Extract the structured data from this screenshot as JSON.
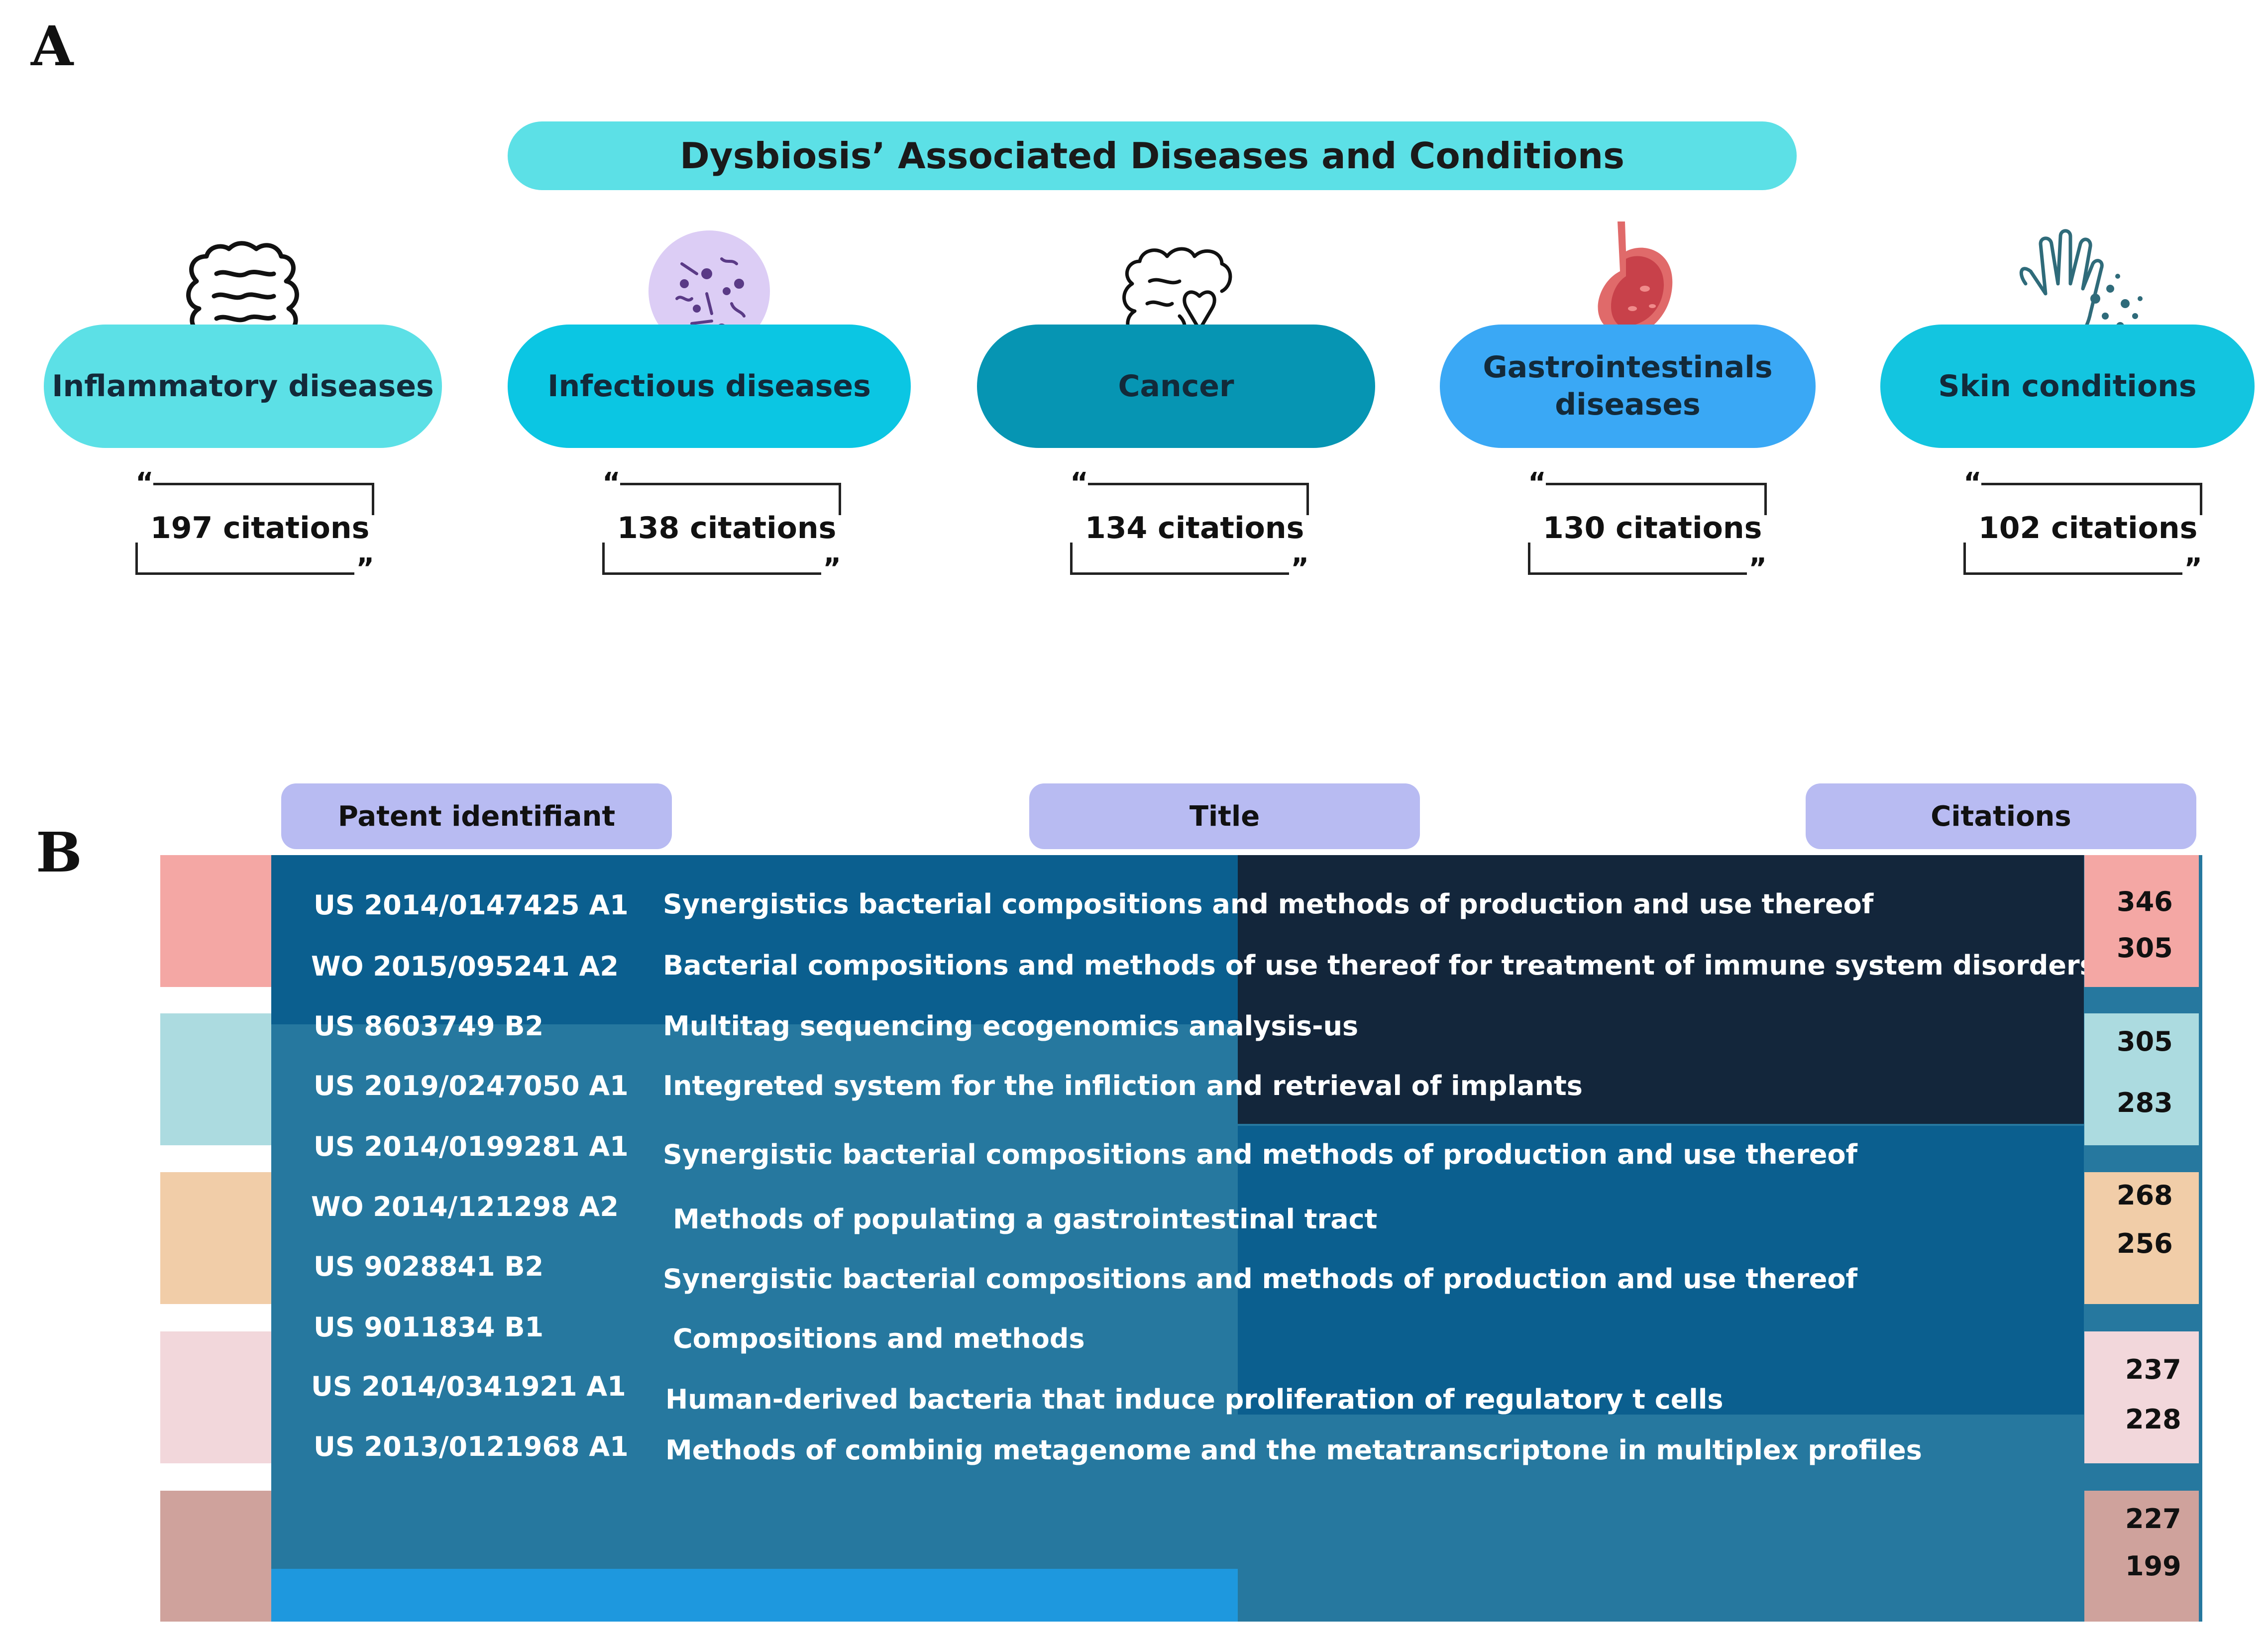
{
  "panel_a": {
    "letter": "A",
    "header": "Dysbiosis’ Associated Diseases and Conditions",
    "diseases": [
      {
        "label": "Inflammatory diseases",
        "citations": "197 citations",
        "color": "#5ce0e6",
        "icon": "intestine-icon"
      },
      {
        "label": "Infectious diseases",
        "citations": "138 citations",
        "color": "#0bc6e3",
        "icon": "bacteria-icon"
      },
      {
        "label": "Cancer",
        "citations": "134 citations",
        "color": "#0695b3",
        "icon": "cancer-ribbon-icon"
      },
      {
        "label": "Gastrointestinals diseases",
        "citations": "130 citations",
        "color": "#3aa8f5",
        "icon": "stomach-icon"
      },
      {
        "label": "Skin conditions",
        "citations": "102 citations",
        "color": "#13c5e0",
        "icon": "hand-microbes-icon"
      }
    ],
    "quote_open": "“",
    "quote_close": "”"
  },
  "panel_b": {
    "letter": "B",
    "headers": {
      "id": "Patent identifiant",
      "title": "Title",
      "citations": "Citations"
    },
    "rows": [
      {
        "id": "US 2014/0147425 A1",
        "title": "Synergistics bacterial compositions and methods of production and use thereof"
      },
      {
        "id": "WO 2015/095241 A2",
        "title": "Bacterial compositions and methods of use thereof for treatment of immune system disorders"
      },
      {
        "id": "US 8603749 B2",
        "title": "Multitag sequencing ecogenomics analysis-us"
      },
      {
        "id": "US 2019/0247050 A1",
        "title": "Integreted system for the infliction and retrieval of implants"
      },
      {
        "id": "US 2014/0199281 A1",
        "title": "Synergistic bacterial compositions and methods of production and use thereof"
      },
      {
        "id": "WO 2014/121298  A2",
        "title": "Methods of populating a gastrointestinal tract"
      },
      {
        "id": "US 9028841 B2",
        "title": "Synergistic bacterial compositions and methods of production and use thereof"
      },
      {
        "id": "US 9011834 B1",
        "title": "Compositions and methods"
      },
      {
        "id": "US 2014/0341921  A1",
        "title": "Human-derived bacteria that induce proliferation of regulatory t cells"
      },
      {
        "id": "US 2013/0121968 A1",
        "title": "Methods of combinig metagenome and the metatranscriptone in multiplex profiles"
      }
    ],
    "citation_groups": [
      {
        "values": [
          "346",
          "305"
        ],
        "color": "#f4a7a4"
      },
      {
        "values": [
          "305",
          "283"
        ],
        "color": "#acdbe0"
      },
      {
        "values": [
          "268",
          "256"
        ],
        "color": "#f1cda8"
      },
      {
        "values": [
          "237",
          "228"
        ],
        "color": "#f2d7db"
      },
      {
        "values": [
          "227",
          "199"
        ],
        "color": "#cfa29c"
      }
    ]
  }
}
